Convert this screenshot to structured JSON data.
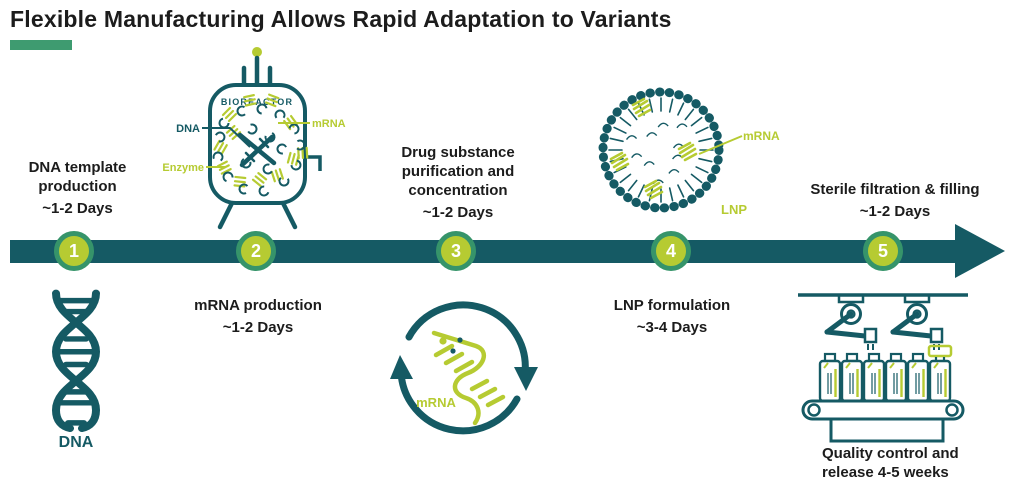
{
  "title": "Flexible Manufacturing Allows Rapid Adaptation to Variants",
  "steps": [
    {
      "number": "1",
      "line1": "DNA template",
      "line2": "production",
      "duration": "~1-2 Days"
    },
    {
      "number": "2",
      "line1": "mRNA production",
      "duration": "~1-2 Days"
    },
    {
      "number": "3",
      "line1": "Drug substance",
      "line2": "purification and",
      "line3": "concentration",
      "duration": "~1-2 Days"
    },
    {
      "number": "4",
      "line1": "LNP formulation",
      "duration": "~3-4 Days"
    },
    {
      "number": "5",
      "line1": "Sterile filtration & filling",
      "duration": "~1-2 Days"
    }
  ],
  "bioreactor": {
    "title": "BIOREACTOR",
    "dna_label": "DNA",
    "mrna_label": "mRNA",
    "enzyme_label": "Enzyme"
  },
  "dna_icon": {
    "label": "DNA"
  },
  "mrna_cycle": {
    "label": "mRNA"
  },
  "lnp": {
    "mrna_label": "mRNA",
    "lnp_label": "LNP"
  },
  "quality": {
    "line1": "Quality control and",
    "line2": "release 4-5 weeks"
  },
  "colors": {
    "teal": "#155A64",
    "green": "#36946A",
    "lime": "#B6CB32",
    "text": "#1C1C1C"
  }
}
